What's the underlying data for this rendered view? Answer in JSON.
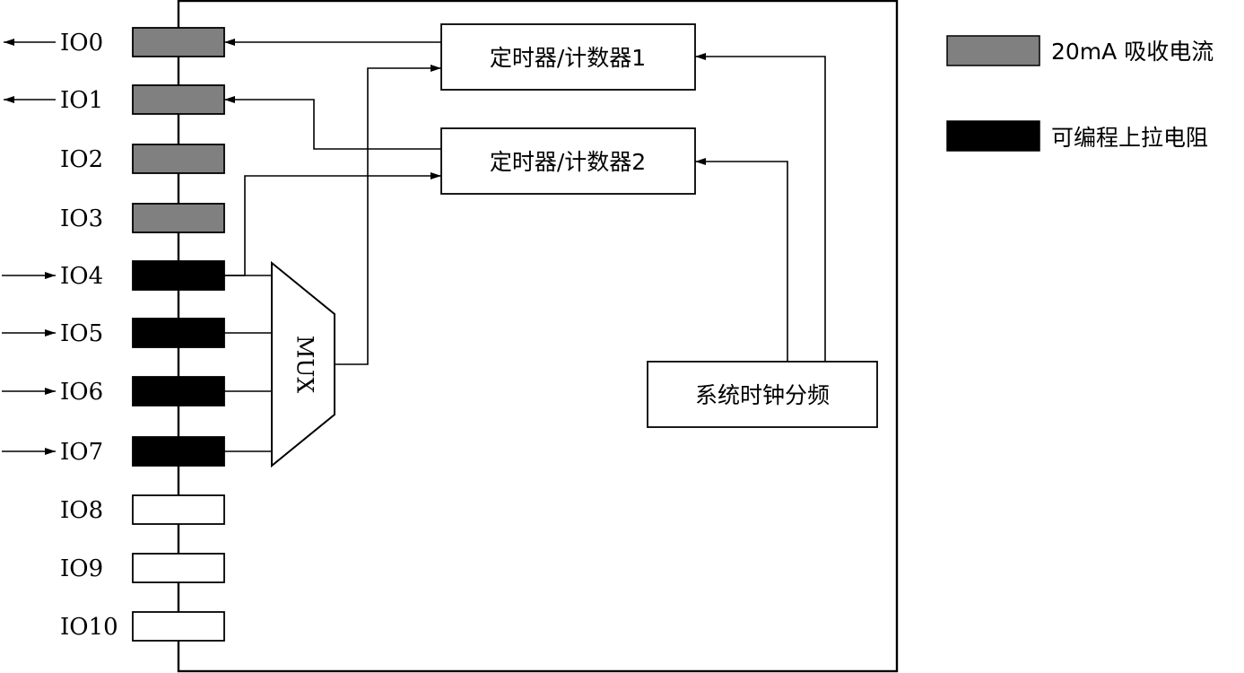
{
  "pins": [
    {
      "label": "IO0",
      "type": "sink",
      "arrow": "out"
    },
    {
      "label": "IO1",
      "type": "sink",
      "arrow": "out"
    },
    {
      "label": "IO2",
      "type": "sink",
      "arrow": "none"
    },
    {
      "label": "IO3",
      "type": "sink",
      "arrow": "none"
    },
    {
      "label": "IO4",
      "type": "pullup",
      "arrow": "in"
    },
    {
      "label": "IO5",
      "type": "pullup",
      "arrow": "in"
    },
    {
      "label": "IO6",
      "type": "pullup",
      "arrow": "in"
    },
    {
      "label": "IO7",
      "type": "pullup",
      "arrow": "in"
    },
    {
      "label": "IO8",
      "type": "plain",
      "arrow": "none"
    },
    {
      "label": "IO9",
      "type": "plain",
      "arrow": "none"
    },
    {
      "label": "IO10",
      "type": "plain",
      "arrow": "none"
    }
  ],
  "blocks": {
    "timer1": "定时器/计数器1",
    "timer2": "定时器/计数器2",
    "mux": "MUX",
    "clock": "系统时钟分频"
  },
  "legend": {
    "sink": "20mA 吸收电流",
    "pullup": "可编程上拉电阻"
  },
  "colors": {
    "sink": "#808080",
    "pullup": "#000000",
    "plain": "#ffffff",
    "line": "#000000"
  }
}
